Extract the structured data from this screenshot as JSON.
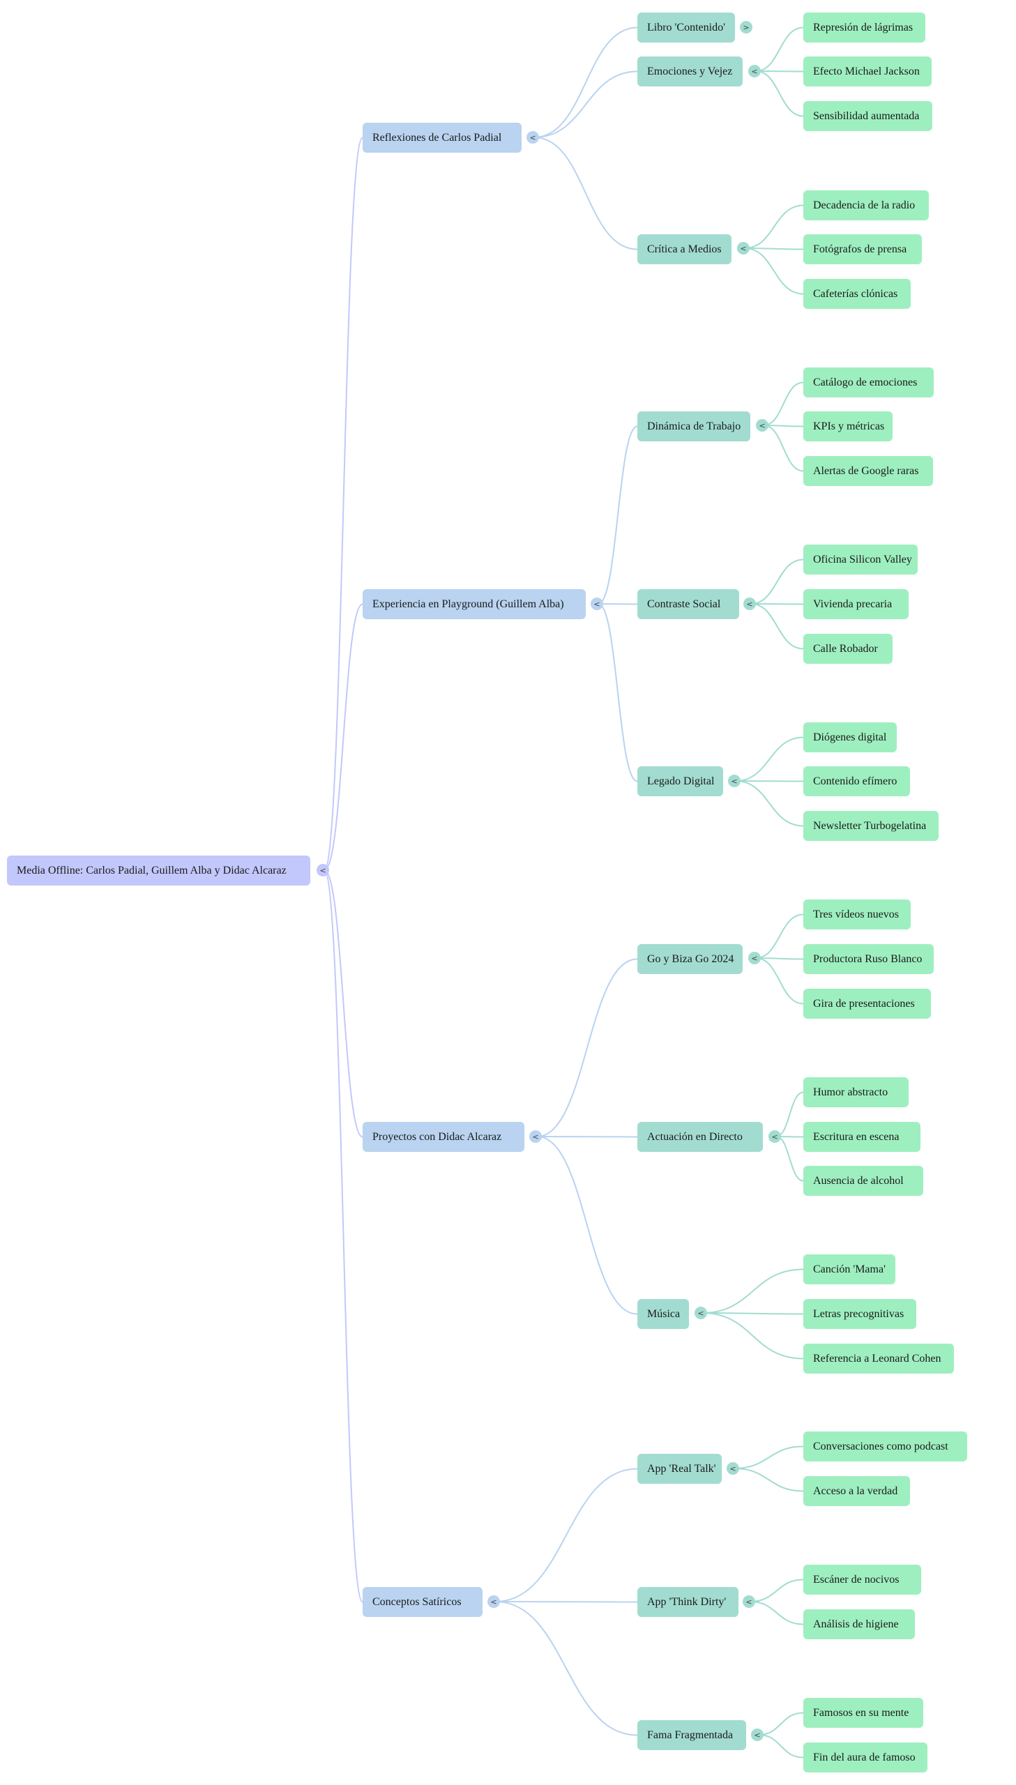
{
  "colors": {
    "root": "#c2c8fb",
    "level1": "#b9d3f0",
    "level2": "#a2dcd0",
    "level3": "#9eefbf",
    "link_root": "#c2c8fb",
    "link_level1": "#b9d3f0",
    "link_level2": "#a2dcd0"
  },
  "icons": {
    "expanded": "<",
    "collapsed": ">"
  },
  "mindmap": {
    "label": "Media Offline: Carlos Padial, Guillem Alba y Didac Alcaraz",
    "toggle": "<",
    "children": [
      {
        "label": "Reflexiones de Carlos Padial",
        "toggle": "<",
        "children": [
          {
            "label": "Libro 'Contenido'",
            "toggle": ">",
            "children": []
          },
          {
            "label": "Emociones y Vejez",
            "toggle": "<",
            "children": [
              {
                "label": "Represión de lágrimas"
              },
              {
                "label": "Efecto Michael Jackson"
              },
              {
                "label": "Sensibilidad aumentada"
              }
            ]
          },
          {
            "label": "Crítica a Medios",
            "toggle": "<",
            "children": [
              {
                "label": "Decadencia de la radio"
              },
              {
                "label": "Fotógrafos de prensa"
              },
              {
                "label": "Cafeterías clónicas"
              }
            ]
          }
        ]
      },
      {
        "label": "Experiencia en Playground (Guillem Alba)",
        "toggle": "<",
        "children": [
          {
            "label": "Dinámica de Trabajo",
            "toggle": "<",
            "children": [
              {
                "label": "Catálogo de emociones"
              },
              {
                "label": "KPIs y métricas"
              },
              {
                "label": "Alertas de Google raras"
              }
            ]
          },
          {
            "label": "Contraste Social",
            "toggle": "<",
            "children": [
              {
                "label": "Oficina Silicon Valley"
              },
              {
                "label": "Vivienda precaria"
              },
              {
                "label": "Calle Robador"
              }
            ]
          },
          {
            "label": "Legado Digital",
            "toggle": "<",
            "children": [
              {
                "label": "Diógenes digital"
              },
              {
                "label": "Contenido efímero"
              },
              {
                "label": "Newsletter Turbogelatina"
              }
            ]
          }
        ]
      },
      {
        "label": "Proyectos con Didac Alcaraz",
        "toggle": "<",
        "children": [
          {
            "label": "Go y Biza Go 2024",
            "toggle": "<",
            "children": [
              {
                "label": "Tres vídeos nuevos"
              },
              {
                "label": "Productora Ruso Blanco"
              },
              {
                "label": "Gira de presentaciones"
              }
            ]
          },
          {
            "label": "Actuación en Directo",
            "toggle": "<",
            "children": [
              {
                "label": "Humor abstracto"
              },
              {
                "label": "Escritura en escena"
              },
              {
                "label": "Ausencia de alcohol"
              }
            ]
          },
          {
            "label": "Música",
            "toggle": "<",
            "children": [
              {
                "label": "Canción 'Mama'"
              },
              {
                "label": "Letras precognitivas"
              },
              {
                "label": "Referencia a Leonard Cohen"
              }
            ]
          }
        ]
      },
      {
        "label": "Conceptos Satíricos",
        "toggle": "<",
        "children": [
          {
            "label": "App 'Real Talk'",
            "toggle": "<",
            "children": [
              {
                "label": "Conversaciones como podcast"
              },
              {
                "label": "Acceso a la verdad"
              }
            ]
          },
          {
            "label": "App 'Think Dirty'",
            "toggle": "<",
            "children": [
              {
                "label": "Escáner de nocivos"
              },
              {
                "label": "Análisis de higiene"
              }
            ]
          },
          {
            "label": "Fama Fragmentada",
            "toggle": "<",
            "children": [
              {
                "label": "Famosos en su mente"
              },
              {
                "label": "Fin del aura de famoso"
              }
            ]
          }
        ]
      }
    ]
  }
}
